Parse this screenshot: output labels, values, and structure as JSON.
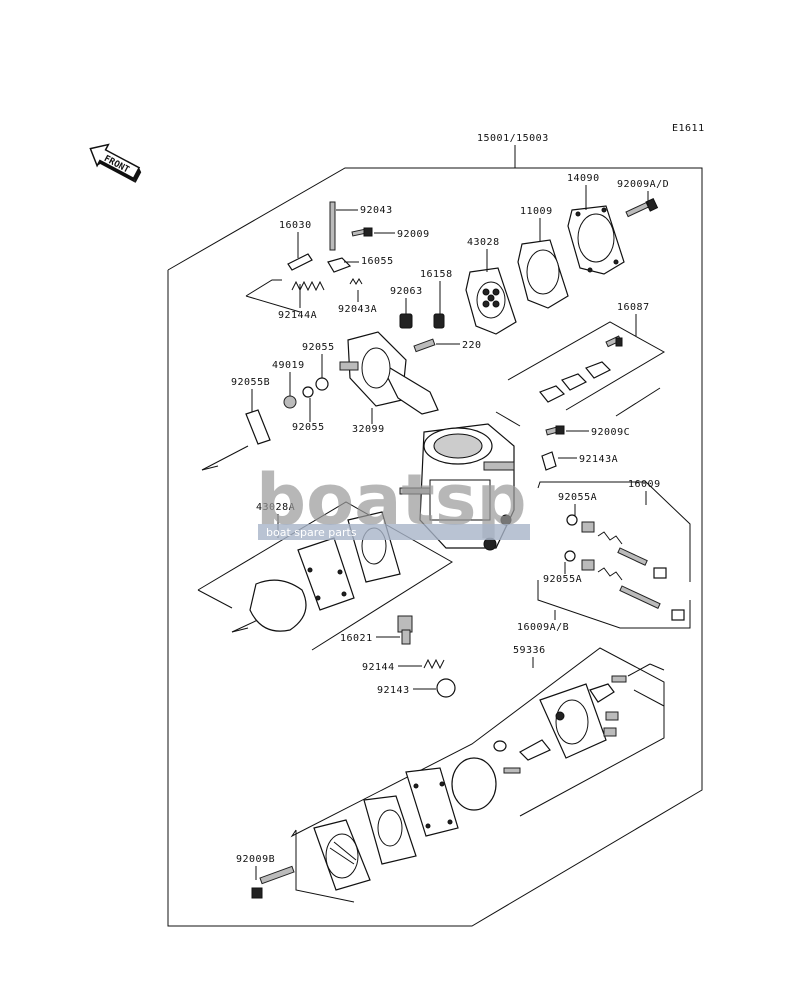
{
  "diagram_code": "E1611",
  "assembly_label": "15001/15003",
  "direction_label": "FRONT",
  "watermark": {
    "text": "boatsp",
    "subtitle": "boat spare parts"
  },
  "parts": {
    "p14090": "14090",
    "p92009ad": "92009A/D",
    "p11009": "11009",
    "p43028": "43028",
    "p92043": "92043",
    "p16030": "16030",
    "p92009": "92009",
    "p16055": "16055",
    "p16158": "16158",
    "p92063": "92063",
    "p92043a": "92043A",
    "p92144a": "92144A",
    "p16087": "16087",
    "p92055": "92055",
    "p220": "220",
    "p49019": "49019",
    "p92055b": "92055B",
    "p92055_2": "92055",
    "p32099": "32099",
    "p92009c": "92009C",
    "p92143a": "92143A",
    "p16009": "16009",
    "p92055a": "92055A",
    "p43028a": "43028A",
    "p92055a_2": "92055A",
    "p16009ab": "16009A/B",
    "p16021": "16021",
    "p59336": "59336",
    "p92144": "92144",
    "p92143": "92143",
    "p92009b": "92009B"
  }
}
